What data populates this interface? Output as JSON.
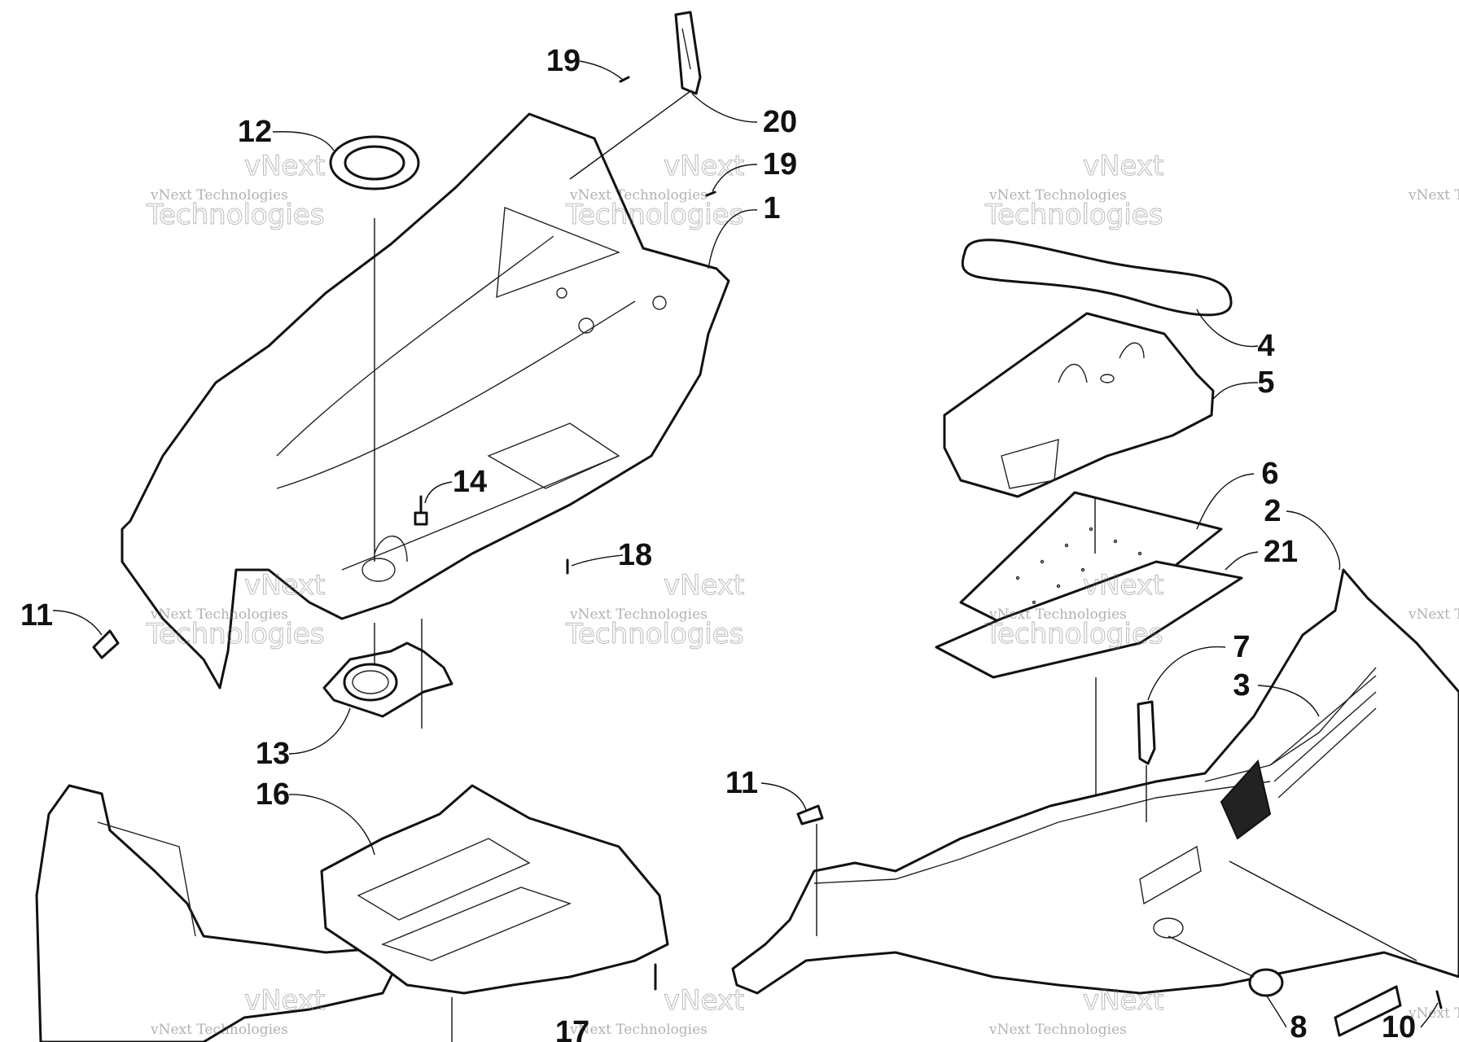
{
  "watermark": {
    "text": "vNext Technologies",
    "big_top": "vNext",
    "big_bottom": "Technologies"
  },
  "callouts": [
    {
      "id": "c19a",
      "label": "19"
    },
    {
      "id": "c20",
      "label": "20"
    },
    {
      "id": "c12",
      "label": "12"
    },
    {
      "id": "c19b",
      "label": "19"
    },
    {
      "id": "c1",
      "label": "1"
    },
    {
      "id": "c14",
      "label": "14"
    },
    {
      "id": "c18",
      "label": "18"
    },
    {
      "id": "c11a",
      "label": "11"
    },
    {
      "id": "c13",
      "label": "13"
    },
    {
      "id": "c16",
      "label": "16"
    },
    {
      "id": "c17",
      "label": "17"
    },
    {
      "id": "c4",
      "label": "4"
    },
    {
      "id": "c5",
      "label": "5"
    },
    {
      "id": "c6",
      "label": "6"
    },
    {
      "id": "c2",
      "label": "2"
    },
    {
      "id": "c21",
      "label": "21"
    },
    {
      "id": "c7",
      "label": "7"
    },
    {
      "id": "c3",
      "label": "3"
    },
    {
      "id": "c11b",
      "label": "11"
    },
    {
      "id": "c8",
      "label": "8"
    },
    {
      "id": "c10",
      "label": "10"
    }
  ]
}
